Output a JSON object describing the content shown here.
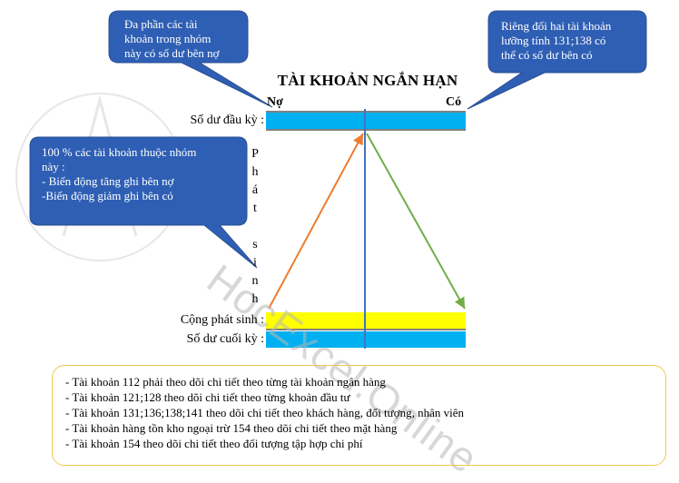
{
  "title": "TÀI KHOẢN NGẮN HẠN",
  "side_left": "Nợ",
  "side_right": "Có",
  "rows": {
    "opening": "Số dư đầu kỳ :",
    "total": "Cộng phát sinh :",
    "closing": "Số dư cuối kỳ :"
  },
  "vertical_label": [
    "P",
    "h",
    "á",
    "t",
    "s",
    "i",
    "n",
    "h"
  ],
  "callouts": {
    "top_left": "Đa phần các tài\nkhoản trong nhóm\nnày có số dư bên nợ",
    "top_right": "Riêng đối hai tài khoản\nlưỡng tính 131;138 có\nthể có số dư bên có",
    "mid_left": "100 % các tài khoản thuộc nhóm\nnày :\n- Biến động tăng ghi bên nợ\n-Biến động giảm ghi bên có"
  },
  "notes": [
    "- Tài khoản 112 phải theo dõi chi tiết theo từng tài khoản ngân hàng",
    "- Tài khoản 121;128 theo dõi chi tiết theo từng khoản đầu tư",
    "- Tài khoản 131;136;138;141 theo dõi chi tiết theo khách hàng, đối tượng, nhân viên",
    "- Tài khoản hàng tồn kho ngoại trừ 154 theo dõi chi tiết theo mặt hàng",
    "- Tài khoản 154 theo dõi chi tiết theo đối tượng tập hợp chi phí"
  ],
  "watermark": "HocExcel.Online",
  "colors": {
    "callout_fill": "#2f5fb4",
    "bar_blue": "#00b0f0",
    "bar_yellow": "#ffff00",
    "divider_blue": "#4472c4",
    "arrow_orange": "#ed7d31",
    "arrow_green": "#70ad47",
    "notes_border": "#f2c94c"
  }
}
